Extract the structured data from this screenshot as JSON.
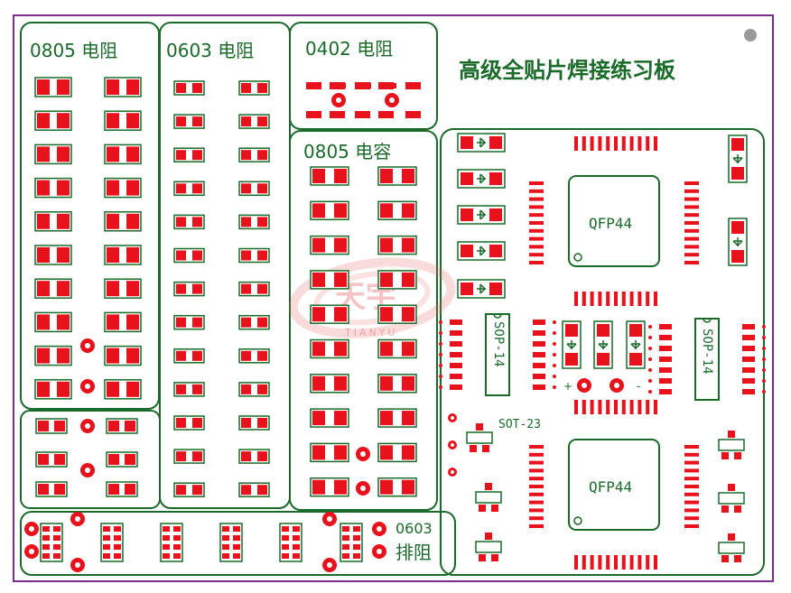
{
  "board": {
    "title": "高级全贴片焊接练习板",
    "colors": {
      "outline": "#7a2e8c",
      "silk": "#1a6b2a",
      "pad": "#e8121c",
      "background": "#ffffff",
      "mounting_hole": "#9a9a9a",
      "watermark": "#e85a5a"
    }
  },
  "sections": {
    "r0805": "0805 电阻",
    "r0603": "0603 电阻",
    "r0402": "0402 电阻",
    "c0805": "0805 电容",
    "array_size": "0603",
    "array_name": "排阻"
  },
  "ics": {
    "qfp_top": "QFP44",
    "qfp_bottom": "QFP44",
    "sop_left": "SOP-14",
    "sop_right": "SOP-14",
    "sot": "SOT-23"
  },
  "polarity": {
    "plus": "+",
    "minus": "-"
  },
  "watermark": {
    "logo": "天宇",
    "brand": "TIANYU"
  }
}
